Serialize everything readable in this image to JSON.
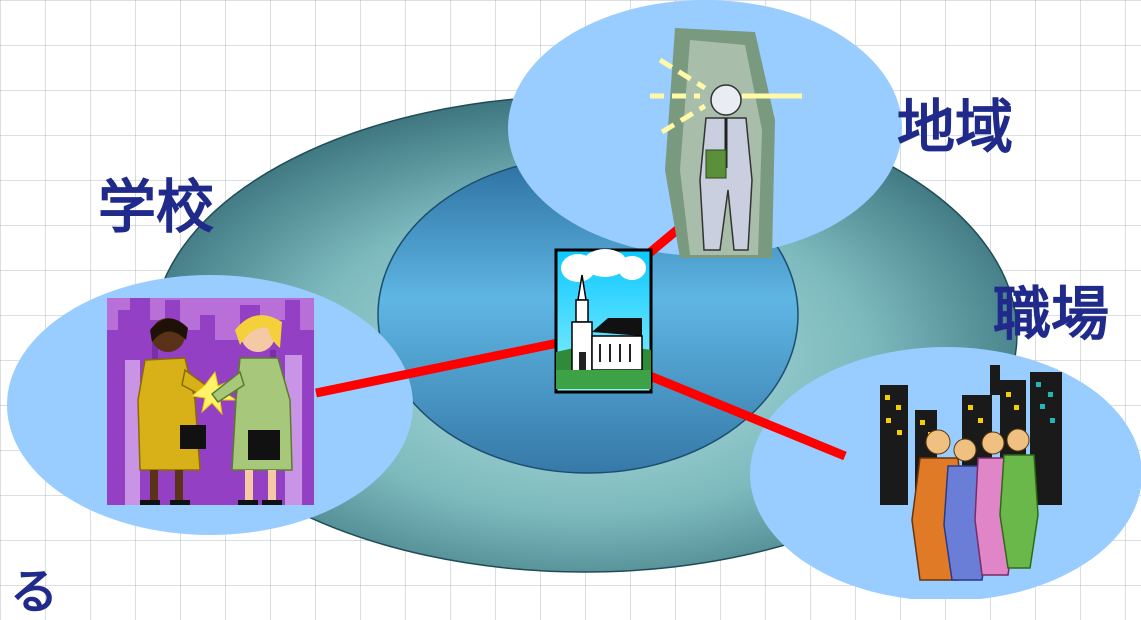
{
  "labels": {
    "school": "学校",
    "community": "地域",
    "workplace": "職場",
    "bottom_partial": "る"
  },
  "colors": {
    "outer_ring_dark": "#2e6470",
    "outer_ring_light": "#a9dada",
    "inner_disc": "#5aaedc",
    "bubble": "#99ccff",
    "connector": "#ff0000",
    "label_text": "#1f2a8a"
  },
  "icons": {
    "center": "church-icon",
    "school": "businesswomen-handshake-icon",
    "community": "person-in-spotlight-icon",
    "workplace": "crowd-city-icon"
  }
}
